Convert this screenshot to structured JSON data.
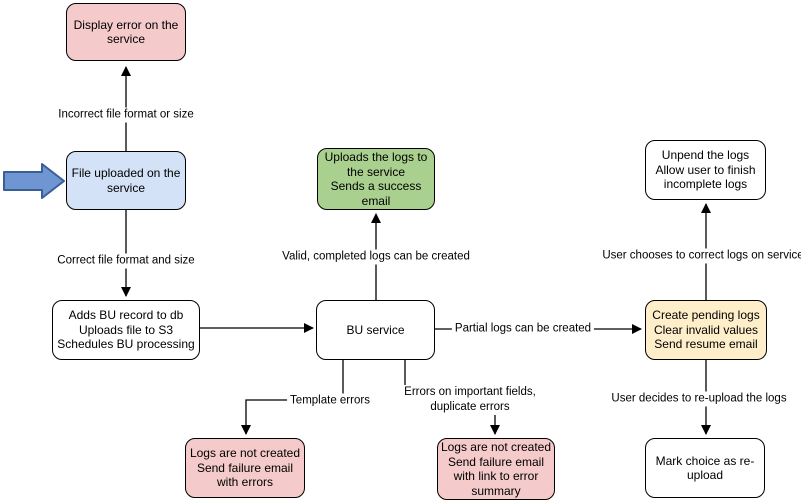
{
  "colors": {
    "node_pink": "#f5caca",
    "node_blue": "#d4e2f7",
    "node_green": "#a9d08e",
    "node_yellow": "#ffeeca",
    "node_white": "#ffffff",
    "node_border": "#000000",
    "connector": "#000000",
    "entry_arrow_fill": "#6f95d2",
    "entry_arrow_stroke": "#3a5e96"
  },
  "nodes": {
    "display_error": {
      "text": "Display error on the\nservice",
      "color": "#f5caca"
    },
    "file_uploaded": {
      "text": "File uploaded on the\nservice",
      "color": "#d4e2f7"
    },
    "adds_bu_record": {
      "text": "Adds BU record to db\nUploads file to S3\nSchedules BU processing",
      "color": "#ffffff"
    },
    "bu_service": {
      "text": "BU service",
      "color": "#ffffff"
    },
    "uploads_logs": {
      "text": "Uploads the logs to\nthe service\nSends a success\nemail",
      "color": "#a9d08e"
    },
    "unpend_logs": {
      "text": "Unpend the logs\nAllow user to finish\nincomplete logs",
      "color": "#ffffff"
    },
    "create_pending": {
      "text": "Create pending logs\nClear invalid values\nSend resume email",
      "color": "#ffeeca"
    },
    "logs_not_created_errors": {
      "text": "Logs are not created\nSend failure email\nwith errors",
      "color": "#f5caca"
    },
    "logs_not_created_summary": {
      "text": "Logs are not created\nSend failure email\nwith link to error\nsummary",
      "color": "#f5caca"
    },
    "mark_reupload": {
      "text": "Mark choice as re-\nupload",
      "color": "#ffffff"
    }
  },
  "edge_labels": {
    "incorrect_format": "Incorrect file format or size",
    "correct_format": "Correct file format and size",
    "valid_logs": "Valid, completed logs can be created",
    "partial_logs": "Partial logs can be created",
    "user_corrects": "User chooses to correct logs on service",
    "user_reuploads": "User decides to re-upload the logs",
    "template_errors": "Template errors",
    "field_errors": "Errors on important fields,\nduplicate errors"
  }
}
